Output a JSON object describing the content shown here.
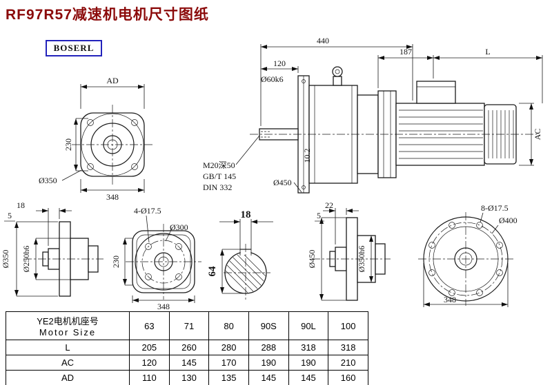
{
  "page": {
    "title": "RF97R57减速机电机尺寸图纸",
    "brand": "BOSERL",
    "colors": {
      "title": "#8b0a0a",
      "brand_border": "#2222bb"
    }
  },
  "front_view": {
    "ad": "AD",
    "h": "230",
    "od": "Ø350",
    "w": "348"
  },
  "main_view": {
    "total_len": "440",
    "shaft_len": "120",
    "shaft_dia": "Ø60k6",
    "mid_len": "187",
    "motor_len": "L",
    "motor_h": "AC",
    "tap_note": "M20深50",
    "std1": "GB/T 145",
    "std2": "DIN 332",
    "flange_dia": "Ø450",
    "step": "10.2"
  },
  "flange350_side": {
    "t": "18",
    "lip": "5",
    "od": "Ø350",
    "spigot": "Ø250h6"
  },
  "flange350_front": {
    "holes": "4-Ø17.5",
    "bc": "Ø300",
    "h": "230",
    "w": "348"
  },
  "shaft_section": {
    "key_w": "18",
    "key_h": "64"
  },
  "flange450_side": {
    "t": "22",
    "lip": "5",
    "od": "Ø450",
    "spigot": "Ø350h6"
  },
  "flange450_front": {
    "holes": "8-Ø17.5",
    "bc": "Ø400",
    "w": "348"
  },
  "table": {
    "header_cn": "YE2电机机座号",
    "header_en": "Motor Size",
    "sizes": [
      "63",
      "71",
      "80",
      "90S",
      "90L",
      "100"
    ],
    "rows": [
      {
        "label": "L",
        "values": [
          "205",
          "260",
          "280",
          "288",
          "318",
          "318"
        ]
      },
      {
        "label": "AC",
        "values": [
          "120",
          "145",
          "170",
          "190",
          "190",
          "210"
        ]
      },
      {
        "label": "AD",
        "values": [
          "110",
          "130",
          "135",
          "145",
          "145",
          "160"
        ]
      }
    ]
  }
}
